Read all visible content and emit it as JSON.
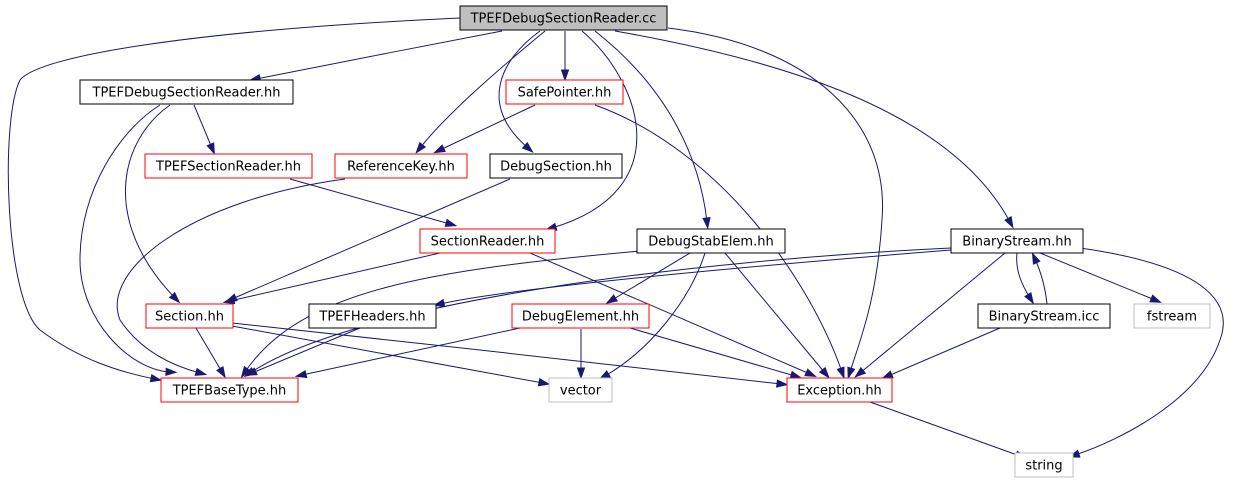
{
  "colors": {
    "edge": "#191970",
    "root_fill": "#bfbfbf",
    "node_border": "#000000",
    "truncated_border": "#ff0000",
    "system_border": "#bfbfbf",
    "system_text": "#404040"
  },
  "nodes": {
    "root": {
      "label": "TPEFDebugSectionReader.cc",
      "kind": "root"
    },
    "tpef_debug_section_reader_hh": {
      "label": "TPEFDebugSectionReader.hh",
      "kind": "normal"
    },
    "safe_pointer_hh": {
      "label": "SafePointer.hh",
      "kind": "truncated"
    },
    "tpef_section_reader_hh": {
      "label": "TPEFSectionReader.hh",
      "kind": "truncated"
    },
    "reference_key_hh": {
      "label": "ReferenceKey.hh",
      "kind": "truncated"
    },
    "debug_section_hh": {
      "label": "DebugSection.hh",
      "kind": "normal"
    },
    "section_reader_hh": {
      "label": "SectionReader.hh",
      "kind": "truncated"
    },
    "debug_stab_elem_hh": {
      "label": "DebugStabElem.hh",
      "kind": "normal"
    },
    "binary_stream_hh": {
      "label": "BinaryStream.hh",
      "kind": "normal"
    },
    "section_hh": {
      "label": "Section.hh",
      "kind": "truncated"
    },
    "tpef_headers_hh": {
      "label": "TPEFHeaders.hh",
      "kind": "normal"
    },
    "debug_element_hh": {
      "label": "DebugElement.hh",
      "kind": "truncated"
    },
    "binary_stream_icc": {
      "label": "BinaryStream.icc",
      "kind": "normal"
    },
    "fstream": {
      "label": "fstream",
      "kind": "system"
    },
    "tpef_base_type_hh": {
      "label": "TPEFBaseType.hh",
      "kind": "truncated"
    },
    "vector": {
      "label": "vector",
      "kind": "system"
    },
    "exception_hh": {
      "label": "Exception.hh",
      "kind": "truncated"
    },
    "string": {
      "label": "string",
      "kind": "system"
    }
  },
  "edges": [
    [
      "root",
      "tpef_debug_section_reader_hh"
    ],
    [
      "root",
      "safe_pointer_hh"
    ],
    [
      "root",
      "reference_key_hh"
    ],
    [
      "root",
      "debug_section_hh"
    ],
    [
      "root",
      "section_reader_hh"
    ],
    [
      "root",
      "debug_stab_elem_hh"
    ],
    [
      "root",
      "binary_stream_hh"
    ],
    [
      "root",
      "exception_hh"
    ],
    [
      "root",
      "tpef_base_type_hh"
    ],
    [
      "tpef_debug_section_reader_hh",
      "tpef_section_reader_hh"
    ],
    [
      "tpef_debug_section_reader_hh",
      "section_hh"
    ],
    [
      "tpef_debug_section_reader_hh",
      "tpef_base_type_hh"
    ],
    [
      "safe_pointer_hh",
      "reference_key_hh"
    ],
    [
      "safe_pointer_hh",
      "exception_hh"
    ],
    [
      "tpef_section_reader_hh",
      "section_reader_hh"
    ],
    [
      "reference_key_hh",
      "tpef_base_type_hh"
    ],
    [
      "debug_section_hh",
      "section_hh"
    ],
    [
      "section_reader_hh",
      "section_hh"
    ],
    [
      "section_reader_hh",
      "exception_hh"
    ],
    [
      "debug_stab_elem_hh",
      "tpef_base_type_hh"
    ],
    [
      "debug_stab_elem_hh",
      "debug_element_hh"
    ],
    [
      "debug_stab_elem_hh",
      "vector"
    ],
    [
      "debug_stab_elem_hh",
      "exception_hh"
    ],
    [
      "binary_stream_hh",
      "tpef_headers_hh"
    ],
    [
      "binary_stream_hh",
      "tpef_base_type_hh"
    ],
    [
      "binary_stream_hh",
      "exception_hh"
    ],
    [
      "binary_stream_hh",
      "binary_stream_icc"
    ],
    [
      "binary_stream_hh",
      "fstream"
    ],
    [
      "binary_stream_hh",
      "string"
    ],
    [
      "binary_stream_icc",
      "binary_stream_hh"
    ],
    [
      "binary_stream_icc",
      "exception_hh"
    ],
    [
      "section_hh",
      "tpef_base_type_hh"
    ],
    [
      "section_hh",
      "vector"
    ],
    [
      "section_hh",
      "exception_hh"
    ],
    [
      "tpef_headers_hh",
      "tpef_base_type_hh"
    ],
    [
      "debug_element_hh",
      "tpef_base_type_hh"
    ],
    [
      "debug_element_hh",
      "vector"
    ],
    [
      "debug_element_hh",
      "exception_hh"
    ],
    [
      "exception_hh",
      "string"
    ]
  ]
}
